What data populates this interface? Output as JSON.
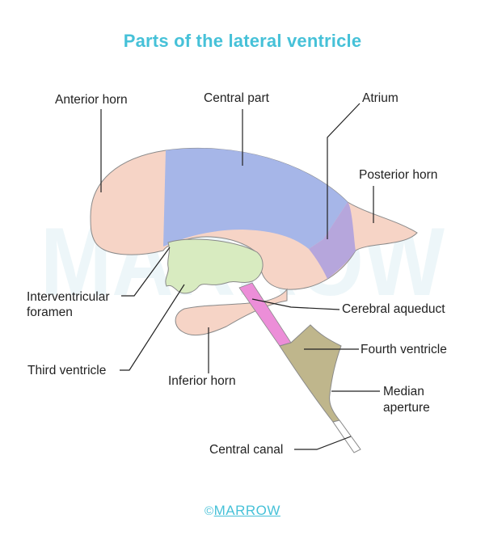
{
  "title": "Parts of the lateral ventricle",
  "logo": {
    "mark": "©",
    "brand": "MARROW"
  },
  "watermark": "MARROW",
  "labels": {
    "anterior_horn": "Anterior horn",
    "central_part": "Central part",
    "atrium": "Atrium",
    "posterior_horn": "Posterior horn",
    "interventricular_line1": "Interventricular",
    "interventricular_line2": "foramen",
    "third_ventricle": "Third ventricle",
    "inferior_horn": "Inferior horn",
    "cerebral_aqueduct": "Cerebral aqueduct",
    "fourth_ventricle": "Fourth ventricle",
    "median_line1": "Median",
    "median_line2": "aperture",
    "central_canal": "Central canal"
  },
  "colors": {
    "title": "#46c1d8",
    "anterior_horn": "#f6d4c6",
    "central_part": "#a6b6e8",
    "atrium": "#b6a6dc",
    "third_ventricle": "#d8ebc0",
    "aqueduct": "#ec8ed8",
    "fourth_ventricle": "#bfb68c",
    "outline": "#8a8a8a"
  }
}
